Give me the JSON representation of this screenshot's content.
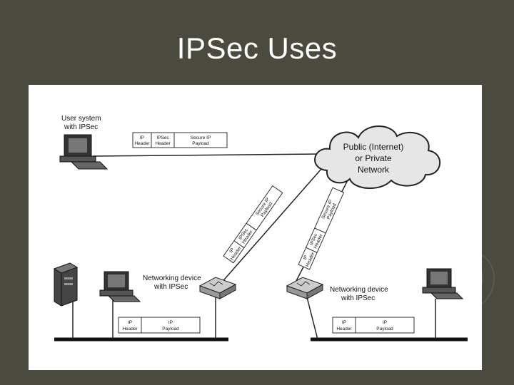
{
  "slide": {
    "title": "IPSec Uses"
  },
  "diagram": {
    "user_system_label": [
      "User system",
      "with IPSec"
    ],
    "cloud_label": [
      "Public (Internet)",
      "or Private",
      "Network"
    ],
    "left_device_label": [
      "Networking device",
      "with IPSec"
    ],
    "right_device_label": [
      "Networking device",
      "with IPSec"
    ],
    "packet_top": [
      [
        "IP",
        "Header"
      ],
      [
        "IPSec",
        "Header"
      ],
      [
        "Secure IP",
        "Payload"
      ]
    ],
    "packet_diag_left": [
      [
        "IP",
        "Header"
      ],
      [
        "IPSec",
        "Header"
      ],
      [
        "Secure IP",
        "Payload"
      ]
    ],
    "packet_diag_right": [
      [
        "IP",
        "Header"
      ],
      [
        "IPSec",
        "Header"
      ],
      [
        "Secure IP",
        "Payload"
      ]
    ],
    "packet_bottom_left": [
      [
        "IP",
        "Header"
      ],
      [
        "IP",
        "Payload"
      ]
    ],
    "packet_bottom_right": [
      [
        "IP",
        "Header"
      ],
      [
        "IP",
        "Payload"
      ]
    ]
  }
}
